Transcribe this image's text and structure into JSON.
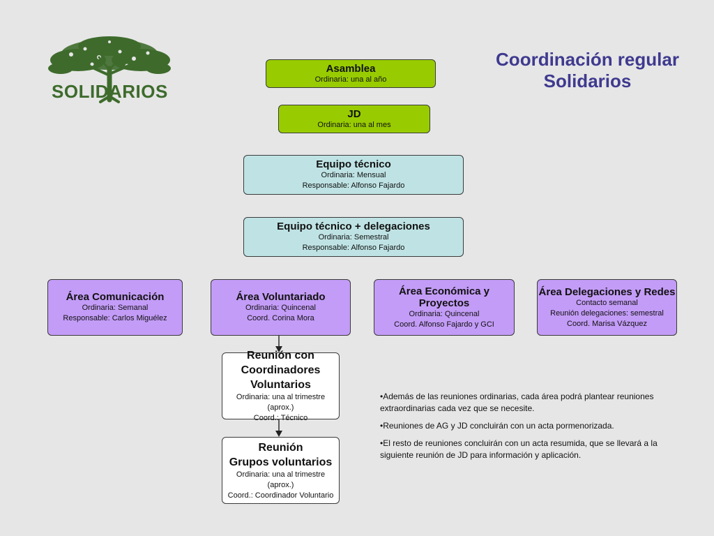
{
  "logo": {
    "text": "SOLIDARIOS"
  },
  "title": {
    "line1": "Coordinación regular",
    "line2": "Solidarios"
  },
  "asamblea": {
    "title": "Asamblea",
    "line1": "Ordinaria: una al año"
  },
  "jd": {
    "title": "JD",
    "line1": "Ordinaria: una al mes"
  },
  "equipo": {
    "title": "Equipo técnico",
    "line1": "Ordinaria: Mensual",
    "line2": "Responsable: Alfonso Fajardo"
  },
  "equipo_deleg": {
    "title": "Equipo técnico + delegaciones",
    "line1": "Ordinaria: Semestral",
    "line2": "Responsable: Alfonso Fajardo"
  },
  "area_com": {
    "title": "Área Comunicación",
    "line1": "Ordinaria: Semanal",
    "line2": "Responsable: Carlos Miguélez"
  },
  "area_vol": {
    "title": "Área  Voluntariado",
    "line1": "Ordinaria: Quincenal",
    "line2": "Coord. Corina Mora"
  },
  "area_eco": {
    "title": "Área  Económica y Proyectos",
    "line1": "Ordinaria: Quincenal",
    "line2": "Coord. Alfonso Fajardo y GCI"
  },
  "area_del": {
    "title": "Área Delegaciones y Redes",
    "line1": "Contacto semanal",
    "line2": "Reunión delegaciones: semestral",
    "line3": "Coord. Marisa Vázquez"
  },
  "reunion_coord": {
    "title1": "Reunión con",
    "title2": "Coordinadores",
    "title3": "Voluntarios",
    "line1": "Ordinaria: una al trimestre (aprox.)",
    "line2": "Coord.: Técnico"
  },
  "reunion_grupos": {
    "title1": "Reunión",
    "title2": "Grupos voluntarios",
    "line1": "Ordinaria: una al trimestre (aprox.)",
    "line2": "Coord.: Coordinador Voluntario"
  },
  "notes": [
    "•Además de las reuniones ordinarias, cada área podrá plantear reuniones extraordinarias cada vez que se necesite.",
    "•Reuniones de AG y JD concluirán con un acta pormenorizada.",
    "•El resto de reuniones concluirán con un acta resumida, que se llevará a la siguiente reunión de JD para información y aplicación."
  ],
  "colors": {
    "green": "#98cc00",
    "cyan": "#bfe3e4",
    "violet": "#c39cf7",
    "title": "#3f3a8f",
    "logo": "#3e6b2c"
  }
}
